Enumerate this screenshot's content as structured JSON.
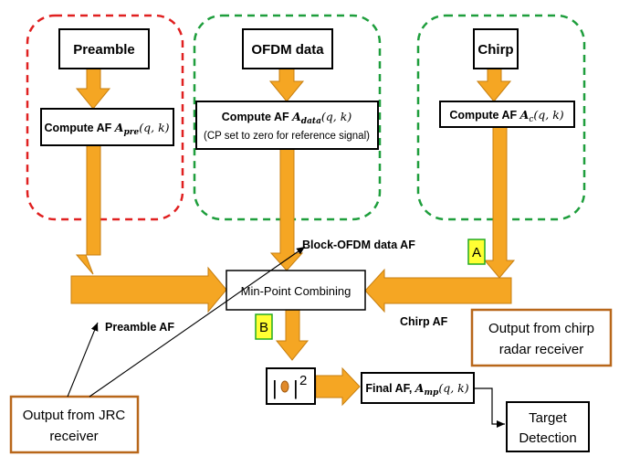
{
  "colors": {
    "arrow_fill": "#f5a623",
    "arrow_stroke": "#c77f10",
    "preamble_group_border": "#e02020",
    "data_group_border": "#1e9e3c",
    "chirp_group_border": "#1e9e3c",
    "output_box_border": "#b8671a",
    "label_badge_fill": "#ffff33",
    "label_badge_border": "#22aa22"
  },
  "blocks": {
    "preamble": {
      "label": "Preamble"
    },
    "ofdm": {
      "label": "OFDM data"
    },
    "chirp": {
      "label": "Chirp"
    }
  },
  "compute": {
    "preamble": {
      "prefix": "Compute AF ",
      "symbol": "A",
      "subscript": "pre",
      "args": "(q, k)"
    },
    "data": {
      "prefix": "Compute AF ",
      "symbol": "A",
      "subscript": "data",
      "args": "(q, k)",
      "note": "(CP set to zero for reference signal)"
    },
    "chirp": {
      "prefix": "Compute AF ",
      "symbol": "A",
      "subscript": "c",
      "args": "(q, k)"
    }
  },
  "combine": {
    "label": "Min-Point Combining"
  },
  "labels": {
    "block_ofdm_af": "Block-OFDM data AF",
    "preamble_af": "Preamble AF",
    "chirp_af": "Chirp AF",
    "badge_a": "A",
    "badge_b": "B"
  },
  "magnitude": {
    "left_bar": "|",
    "right_bar": "|",
    "exponent": "2"
  },
  "final_af": {
    "prefix": "Final AF, ",
    "symbol": "A",
    "subscript": "mp",
    "args": "(q, k)"
  },
  "target": {
    "line1": "Target",
    "line2": "Detection"
  },
  "output_jrc": {
    "line1": "Output from JRC",
    "line2": "receiver"
  },
  "output_chirp": {
    "line1": "Output from chirp",
    "line2": "radar receiver"
  }
}
